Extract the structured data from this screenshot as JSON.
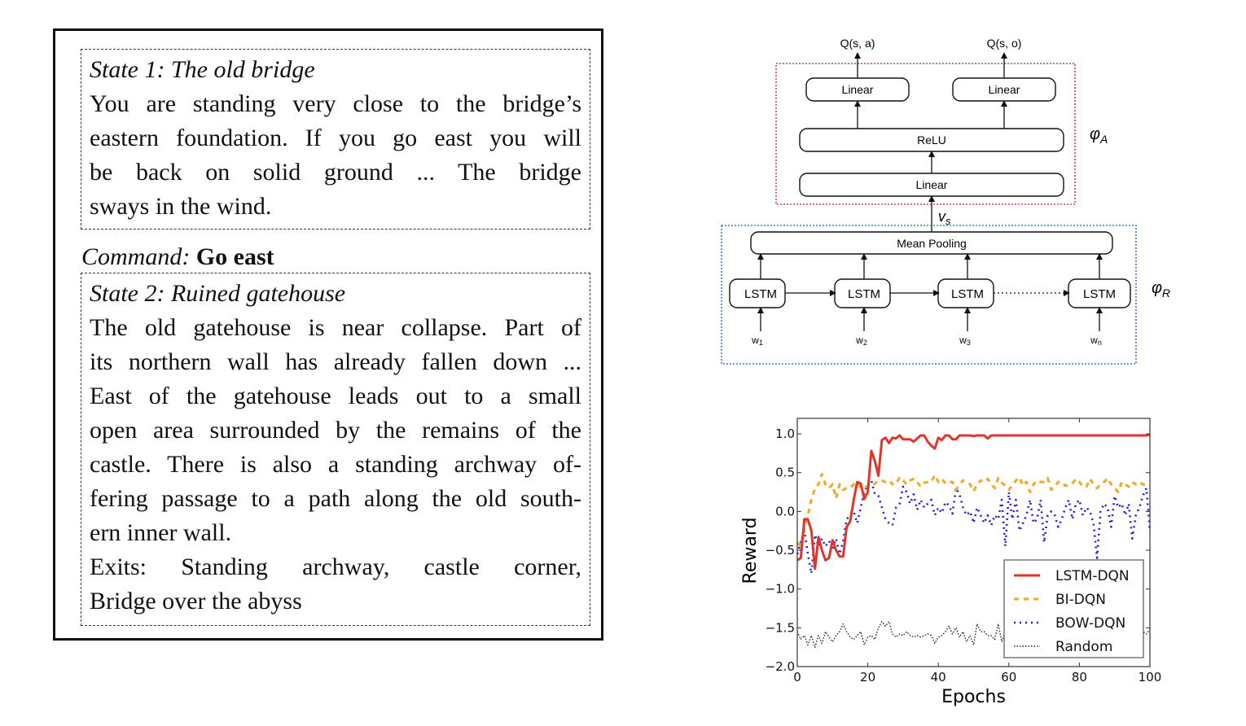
{
  "example": {
    "state1": {
      "title": "State 1: The old bridge",
      "lines": [
        "You are standing very close to the bridge’s",
        "eastern foundation. If you go east you will",
        "be back on solid ground ...  The bridge",
        "sways in the wind."
      ]
    },
    "command": {
      "label": "Command:",
      "value": "Go east"
    },
    "state2": {
      "title": "State 2: Ruined gatehouse",
      "lines": [
        "The old gatehouse is near collapse.  Part of",
        "its northern wall has already fallen down ...",
        "East of the gatehouse leads out to a small",
        "open area surrounded by the remains of the",
        "castle. There is also a standing archway of-",
        "fering passage to a path along the old south-",
        "ern inner wall.",
        "Exits:  Standing archway, castle corner,",
        "Bridge over the abyss"
      ]
    }
  },
  "diagram": {
    "outputs": [
      "Q(s, a)",
      "Q(s, o)"
    ],
    "action_module": {
      "label": "φA",
      "symbol": "φ",
      "subscript": "A",
      "border_color": "#d9453a",
      "layers": {
        "linear_a": "Linear",
        "linear_o": "Linear",
        "relu": "ReLU",
        "linear_shared": "Linear"
      }
    },
    "vs_label": {
      "symbol": "v",
      "subscript": "s"
    },
    "representation_module": {
      "symbol": "φ",
      "subscript": "R",
      "border_color": "#3b7fc4",
      "pooling": "Mean Pooling",
      "cells": [
        "LSTM",
        "LSTM",
        "LSTM",
        "LSTM"
      ],
      "inputs": [
        {
          "base": "w",
          "sub": "1"
        },
        {
          "base": "w",
          "sub": "2"
        },
        {
          "base": "w",
          "sub": "3"
        },
        {
          "base": "w",
          "sub": "n"
        }
      ]
    }
  },
  "chart_data": {
    "type": "line",
    "title": "",
    "xlabel": "Epochs",
    "ylabel": "Reward",
    "xlim": [
      0,
      100
    ],
    "ylim": [
      -2.0,
      1.2
    ],
    "xticks": [
      0,
      20,
      40,
      60,
      80,
      100
    ],
    "yticks": [
      -2.0,
      -1.5,
      -1.0,
      -0.5,
      0.0,
      0.5,
      1.0
    ],
    "xtick_labels": [
      "0",
      "20",
      "40",
      "60",
      "80",
      "100"
    ],
    "ytick_labels": [
      "−2.0",
      "−1.5",
      "−1.0",
      "−0.5",
      "0.0",
      "0.5",
      "1.0"
    ],
    "grid": false,
    "legend_position": "lower-right",
    "x": [
      0,
      1,
      2,
      3,
      4,
      5,
      6,
      7,
      8,
      9,
      10,
      11,
      12,
      13,
      14,
      15,
      16,
      17,
      18,
      19,
      20,
      21,
      22,
      23,
      24,
      25,
      26,
      27,
      28,
      29,
      30,
      31,
      32,
      33,
      34,
      35,
      36,
      37,
      38,
      39,
      40,
      41,
      42,
      43,
      44,
      45,
      46,
      47,
      48,
      49,
      50,
      51,
      52,
      53,
      54,
      55,
      56,
      57,
      58,
      59,
      60,
      61,
      62,
      63,
      64,
      65,
      66,
      67,
      68,
      69,
      70,
      71,
      72,
      73,
      74,
      75,
      76,
      77,
      78,
      79,
      80,
      81,
      82,
      83,
      84,
      85,
      86,
      87,
      88,
      89,
      90,
      91,
      92,
      93,
      94,
      95,
      96,
      97,
      98,
      99,
      100
    ],
    "series": [
      {
        "name": "LSTM-DQN",
        "color": "#e0352b",
        "style": "solid",
        "values": [
          -0.63,
          -0.6,
          -0.1,
          -0.1,
          -0.25,
          -0.74,
          -0.33,
          -0.5,
          -0.63,
          -0.6,
          -0.37,
          -0.5,
          -0.58,
          -0.58,
          -0.2,
          -0.13,
          0.15,
          0.38,
          0.36,
          0.16,
          0.25,
          0.78,
          0.65,
          0.46,
          0.92,
          0.95,
          0.88,
          0.95,
          0.94,
          0.98,
          0.93,
          0.93,
          0.93,
          0.9,
          0.94,
          0.98,
          0.98,
          0.9,
          0.85,
          0.81,
          0.95,
          0.92,
          0.98,
          0.98,
          0.93,
          0.93,
          0.98,
          0.98,
          0.98,
          0.98,
          0.97,
          0.98,
          0.98,
          0.98,
          0.94,
          0.98,
          0.98,
          0.98,
          0.98,
          0.98,
          0.98,
          0.98,
          0.98,
          0.98,
          0.98,
          0.98,
          0.98,
          0.98,
          0.98,
          0.98,
          0.98,
          0.98,
          0.98,
          0.98,
          0.98,
          0.98,
          0.98,
          0.98,
          0.98,
          0.98,
          0.98,
          0.98,
          0.98,
          0.98,
          0.98,
          0.98,
          0.98,
          0.98,
          0.98,
          0.98,
          0.98,
          0.98,
          0.98,
          0.98,
          0.98,
          0.98,
          0.98,
          0.98,
          0.98,
          0.98,
          0.99
        ]
      },
      {
        "name": "BI-DQN",
        "color": "#f0ac2f",
        "style": "dashed",
        "values": [
          -0.4,
          -0.45,
          -0.2,
          -0.05,
          0.15,
          0.3,
          0.35,
          0.48,
          0.35,
          0.3,
          0.35,
          0.17,
          0.35,
          0.28,
          0.3,
          0.3,
          0.35,
          0.38,
          0.3,
          0.3,
          0.33,
          0.32,
          0.36,
          0.4,
          0.4,
          0.38,
          0.4,
          0.35,
          0.35,
          0.44,
          0.4,
          0.35,
          0.4,
          0.42,
          0.38,
          0.32,
          0.37,
          0.38,
          0.38,
          0.47,
          0.38,
          0.42,
          0.36,
          0.38,
          0.38,
          0.28,
          0.35,
          0.4,
          0.38,
          0.35,
          0.26,
          0.35,
          0.4,
          0.38,
          0.42,
          0.35,
          0.3,
          0.43,
          0.37,
          0.33,
          0.28,
          0.33,
          0.4,
          0.44,
          0.33,
          0.38,
          0.25,
          0.35,
          0.4,
          0.38,
          0.38,
          0.43,
          0.28,
          0.32,
          0.38,
          0.38,
          0.33,
          0.34,
          0.36,
          0.42,
          0.38,
          0.32,
          0.32,
          0.42,
          0.35,
          0.3,
          0.35,
          0.38,
          0.43,
          0.35,
          0.3,
          0.25,
          0.38,
          0.35,
          0.32,
          0.38,
          0.35,
          0.38,
          0.35,
          0.33,
          0.32
        ]
      },
      {
        "name": "BOW-DQN",
        "color": "#1f1fd6",
        "style": "dotted",
        "values": [
          -0.55,
          -0.4,
          -0.25,
          -0.55,
          -0.8,
          -0.3,
          -0.45,
          -0.35,
          -0.45,
          -0.38,
          -0.5,
          -0.35,
          -0.55,
          -0.38,
          -0.1,
          -0.05,
          0.0,
          -0.15,
          0.05,
          0.25,
          0.35,
          0.4,
          0.22,
          0.2,
          0.05,
          -0.1,
          -0.15,
          -0.18,
          0.05,
          0.1,
          0.32,
          0.25,
          0.1,
          0.22,
          0.02,
          0.15,
          0.05,
          0.1,
          0.15,
          -0.05,
          0.05,
          -0.02,
          0.12,
          0.08,
          -0.03,
          0.3,
          0.22,
          0.05,
          -0.05,
          0.0,
          -0.15,
          0.05,
          -0.05,
          -0.15,
          -0.05,
          -0.18,
          -0.05,
          -0.1,
          0.15,
          -0.45,
          0.25,
          -0.1,
          0.15,
          -0.25,
          -0.15,
          -0.05,
          0.15,
          -0.15,
          -0.1,
          0.15,
          -0.4,
          -0.05,
          0.0,
          -0.05,
          -0.2,
          -0.1,
          0.05,
          0.15,
          -0.1,
          0.1,
          0.15,
          -0.05,
          0.05,
          0.0,
          -0.15,
          -0.6,
          0.0,
          0.1,
          0.05,
          -0.2,
          0.2,
          0.05,
          0.1,
          -0.05,
          0.1,
          -0.35,
          -0.05,
          0.05,
          0.2,
          0.3,
          -0.25
        ]
      },
      {
        "name": "Random",
        "color": "#222222",
        "style": "densely-dotted",
        "values": [
          -1.55,
          -1.65,
          -1.6,
          -1.72,
          -1.6,
          -1.75,
          -1.6,
          -1.7,
          -1.55,
          -1.62,
          -1.68,
          -1.6,
          -1.55,
          -1.45,
          -1.55,
          -1.62,
          -1.65,
          -1.6,
          -1.55,
          -1.72,
          -1.62,
          -1.6,
          -1.65,
          -1.5,
          -1.42,
          -1.48,
          -1.42,
          -1.58,
          -1.62,
          -1.58,
          -1.6,
          -1.55,
          -1.6,
          -1.62,
          -1.6,
          -1.62,
          -1.6,
          -1.58,
          -1.6,
          -1.7,
          -1.62,
          -1.6,
          -1.55,
          -1.48,
          -1.58,
          -1.5,
          -1.62,
          -1.55,
          -1.68,
          -1.6,
          -1.72,
          -1.45,
          -1.55,
          -1.55,
          -1.6,
          -1.6,
          -1.65,
          -1.45,
          -1.68,
          -1.55,
          -1.6,
          -1.62,
          -1.58,
          -1.6,
          -1.55,
          -1.62,
          -1.55,
          -1.6,
          -1.58,
          -1.6,
          -1.55,
          -1.62,
          -1.6,
          -1.55,
          -1.6,
          -1.62,
          -1.58,
          -1.6,
          -1.55,
          -1.6,
          -1.58,
          -1.6,
          -1.55,
          -1.62,
          -1.6,
          -1.55,
          -1.6,
          -1.62,
          -1.58,
          -1.6,
          -1.55,
          -1.62,
          -1.6,
          -1.55,
          -1.6,
          -1.62,
          -1.58,
          -1.6,
          -1.55,
          -1.58,
          -1.52
        ]
      }
    ]
  }
}
